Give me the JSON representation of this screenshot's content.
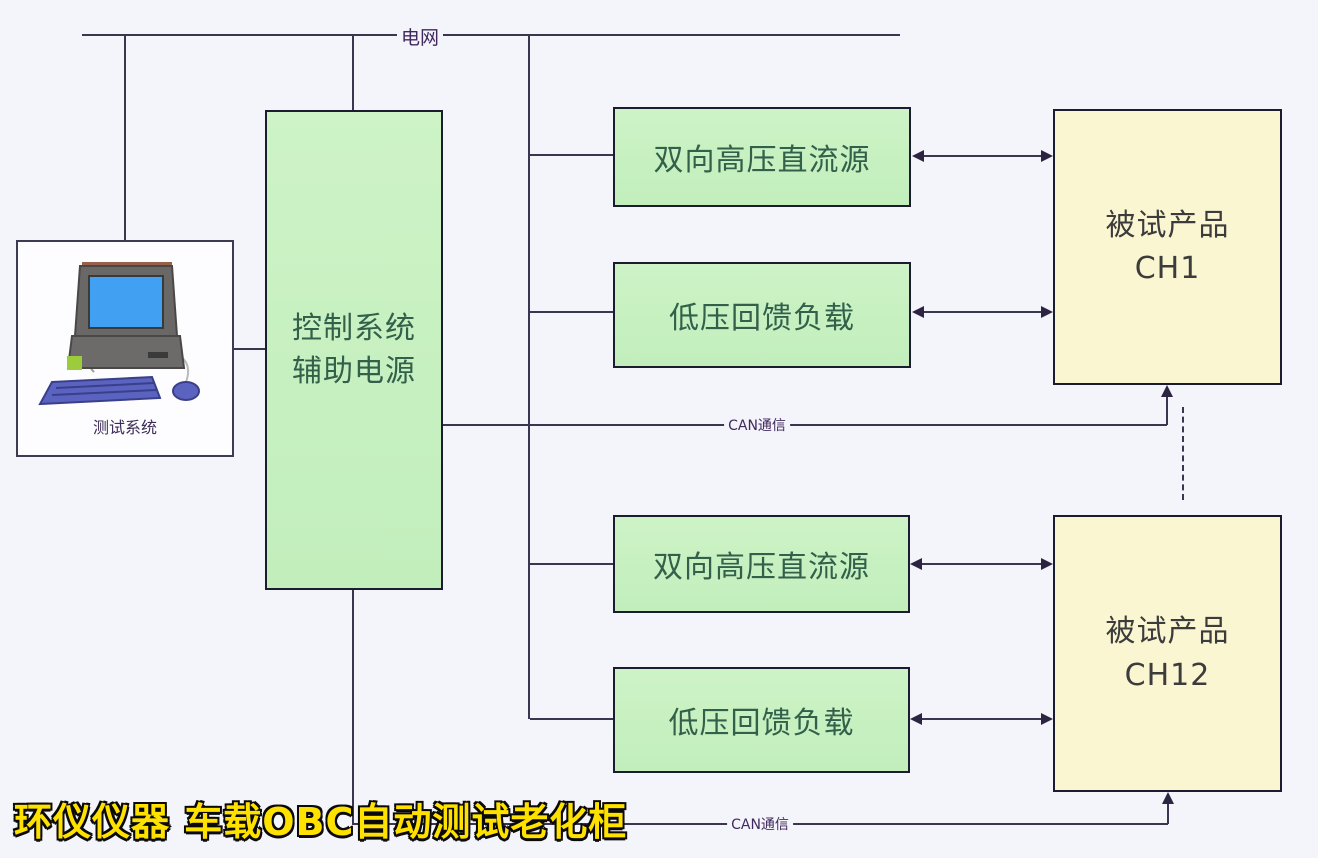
{
  "title": {
    "text": "环仪仪器 车载OBC自动测试老化柜",
    "color": "#ffe100"
  },
  "labels": {
    "grid": "电网",
    "can_upper": "CAN通信",
    "can_lower": "CAN通信"
  },
  "nodes": {
    "test_system": {
      "label": "测试系统"
    },
    "control_power": {
      "line1": "控制系统",
      "line2": "辅助电源"
    },
    "upper": {
      "dc_source": {
        "label": "双向高压直流源"
      },
      "lv_load": {
        "label": "低压回馈负载"
      },
      "dut": {
        "line1": "被试产品",
        "line2": "CH1"
      }
    },
    "lower": {
      "dc_source": {
        "label": "双向高压直流源"
      },
      "lv_load": {
        "label": "低压回馈负载"
      },
      "dut": {
        "line1": "被试产品",
        "line2": "CH12"
      }
    }
  },
  "colors": {
    "background": "#f4f4fb",
    "line": "#3a3550",
    "arrow": "#2c2440",
    "box_border": "#1c1c30",
    "green_fill": "#c9f1c4",
    "green_text": "#33604a",
    "yellow_fill": "#fbf6d2",
    "yellow_text": "#3c3c3c",
    "label_purple": "#41295e",
    "title_yellow": "#ffe100"
  }
}
